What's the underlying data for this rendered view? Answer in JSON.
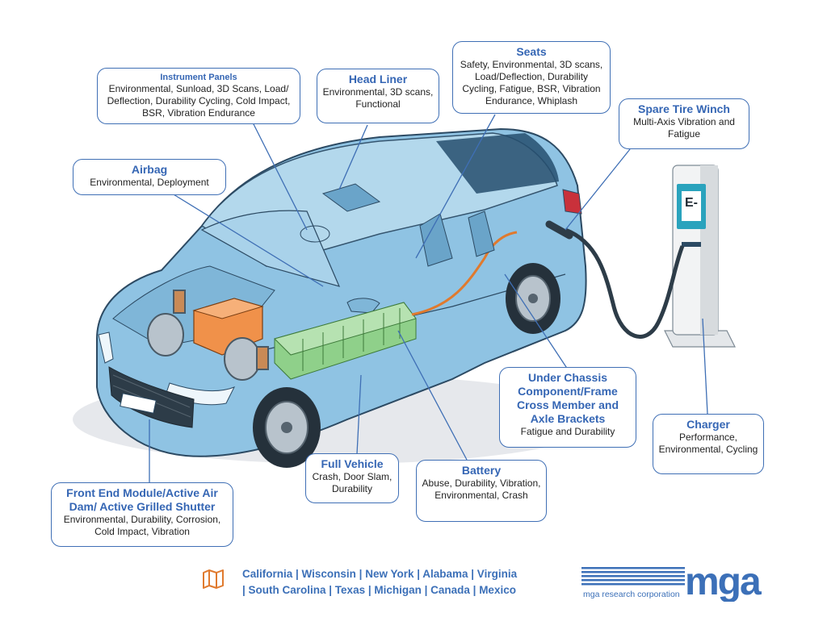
{
  "callouts": {
    "instrument_panels": {
      "title": "Instrument Panels",
      "desc": "Environmental, Sunload, 3D Scans, Load/ Deflection, Durability Cycling, Cold Impact, BSR, Vibration Endurance"
    },
    "head_liner": {
      "title": "Head Liner",
      "desc": "Environmental, 3D scans, Functional"
    },
    "seats": {
      "title": "Seats",
      "desc": "Safety, Environmental, 3D scans, Load/Deflection, Durability Cycling, Fatigue, BSR, Vibration Endurance, Whiplash"
    },
    "spare_tire_winch": {
      "title": "Spare Tire Winch",
      "desc": "Multi-Axis Vibration and Fatigue"
    },
    "airbag": {
      "title": "Airbag",
      "desc": "Environmental, Deployment"
    },
    "under_chassis": {
      "title": "Under Chassis Component/Frame Cross Member and Axle Brackets",
      "desc": "Fatigue and Durability"
    },
    "charger": {
      "title": "Charger",
      "desc": "Performance, Environmental, Cycling"
    },
    "full_vehicle": {
      "title": "Full Vehicle",
      "desc": "Crash, Door Slam, Durability"
    },
    "battery": {
      "title": "Battery",
      "desc": "Abuse, Durability, Vibration, Environmental, Crash"
    },
    "front_end": {
      "title": "Front End Module/Active Air Dam/ Active Grilled Shutter",
      "desc": "Environmental, Durability, Corrosion, Cold Impact, Vibration"
    }
  },
  "charger_label": "E-",
  "footer": {
    "locations_line1": "California | Wisconsin | New York | Alabama | Virginia",
    "locations_line2": "| South Carolina | Texas | Michigan | Canada | Mexico",
    "icon": "map-icon"
  },
  "logo": {
    "wordmark": "mga",
    "caption": "mga research corporation"
  },
  "colors": {
    "accent": "#3f6fb5",
    "car_body": "#8fc3e3",
    "battery": "#8fd08a",
    "motor": "#f0914a",
    "orange_icon": "#e07a2e"
  }
}
